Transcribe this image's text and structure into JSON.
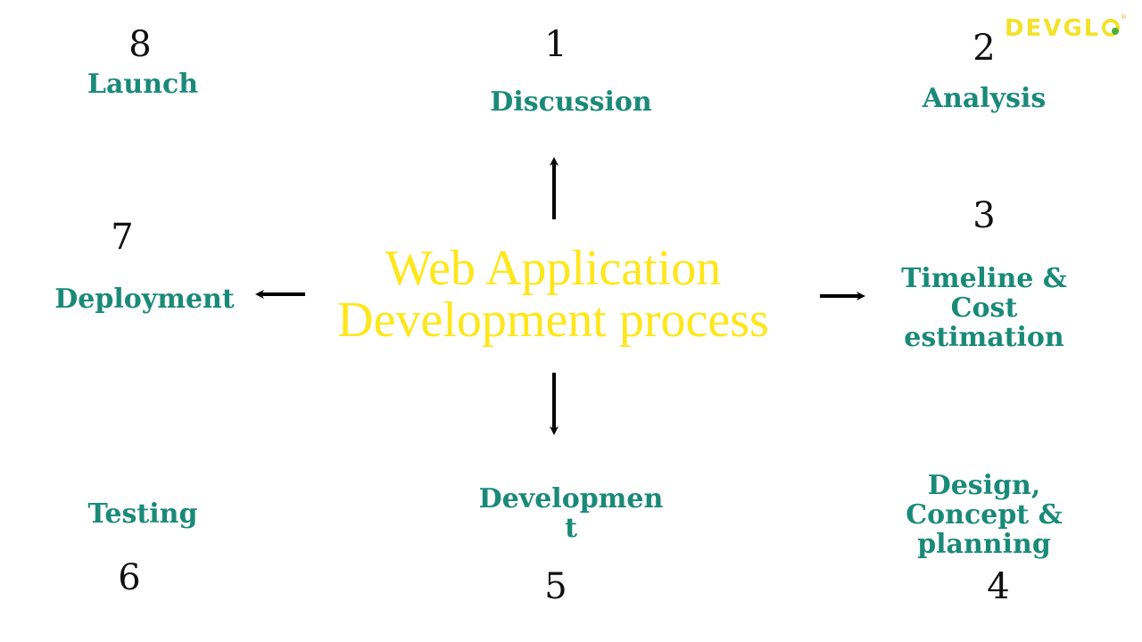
{
  "title": {
    "line1": "Web Application",
    "line2": "Development process"
  },
  "steps": [
    {
      "number": "1",
      "label": "Discussion"
    },
    {
      "number": "2",
      "label": "Analysis"
    },
    {
      "number": "3",
      "label": "Timeline &\nCost\nestimation"
    },
    {
      "number": "4",
      "label": "Design,\nConcept &\nplanning"
    },
    {
      "number": "5",
      "label": "Developmen\nt"
    },
    {
      "number": "6",
      "label": "Testing"
    },
    {
      "number": "7",
      "label": "Deployment"
    },
    {
      "number": "8",
      "label": "Launch"
    }
  ],
  "logo": {
    "text": "DEVGLO",
    "registered_mark": "®",
    "colors": {
      "letters": "#f2e22a",
      "dot": "#4caf3a"
    }
  },
  "colors": {
    "title": "#ffe61a",
    "step_label": "#1a8a78",
    "step_number": "#111111",
    "arrow": "#000000",
    "background": "#ffffff"
  }
}
